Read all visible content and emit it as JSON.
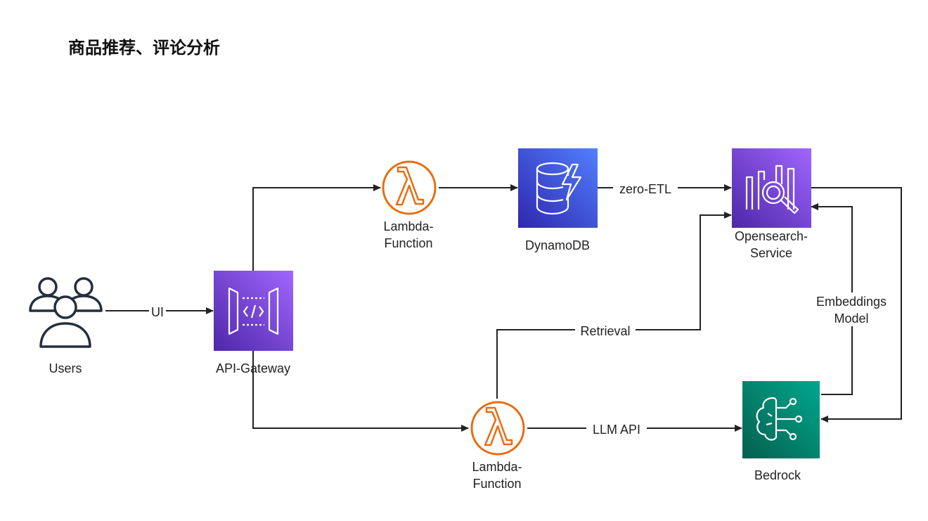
{
  "title": "商品推荐、评论分析",
  "nodes": {
    "users": {
      "label": "Users",
      "icon": "users-icon"
    },
    "api_gateway": {
      "label": "API-Gateway",
      "icon": "api-gateway-icon",
      "color": "#8c4fff"
    },
    "lambda_top": {
      "label_line1": "Lambda-",
      "label_line2": "Function",
      "icon": "lambda-icon",
      "color": "#ed7100"
    },
    "dynamodb": {
      "label": "DynamoDB",
      "icon": "dynamodb-icon",
      "color": "#3b48cc"
    },
    "opensearch": {
      "label_line1": "Opensearch-",
      "label_line2": "Service",
      "icon": "opensearch-icon",
      "color": "#8c4fff"
    },
    "lambda_bottom": {
      "label_line1": "Lambda-",
      "label_line2": "Function",
      "icon": "lambda-icon",
      "color": "#ed7100"
    },
    "bedrock": {
      "label": "Bedrock",
      "icon": "bedrock-icon",
      "color": "#01a88d"
    }
  },
  "edges": {
    "ui": "UI",
    "zero_etl": "zero-ETL",
    "retrieval": "Retrieval",
    "llm_api": "LLM API",
    "embeddings_line1": "Embeddings",
    "embeddings_line2": "Model"
  }
}
